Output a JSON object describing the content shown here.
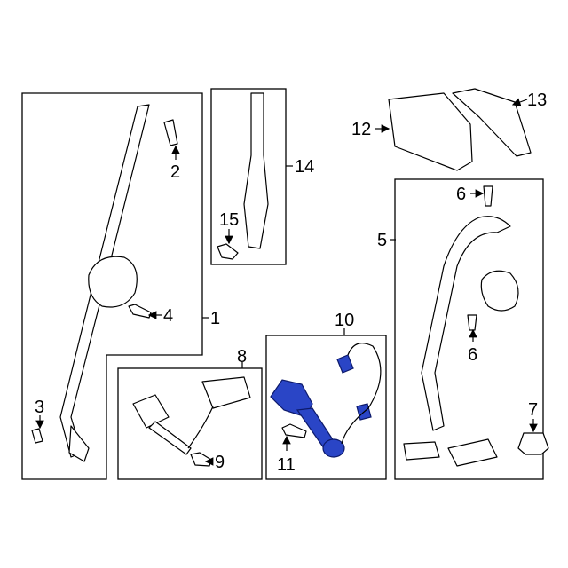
{
  "diagram": {
    "highlight_color": "#2a45c6",
    "highlighted_part": "10",
    "callouts": [
      "1",
      "2",
      "3",
      "4",
      "5",
      "6",
      "6",
      "7",
      "8",
      "9",
      "10",
      "11",
      "12",
      "13",
      "14",
      "15"
    ]
  }
}
